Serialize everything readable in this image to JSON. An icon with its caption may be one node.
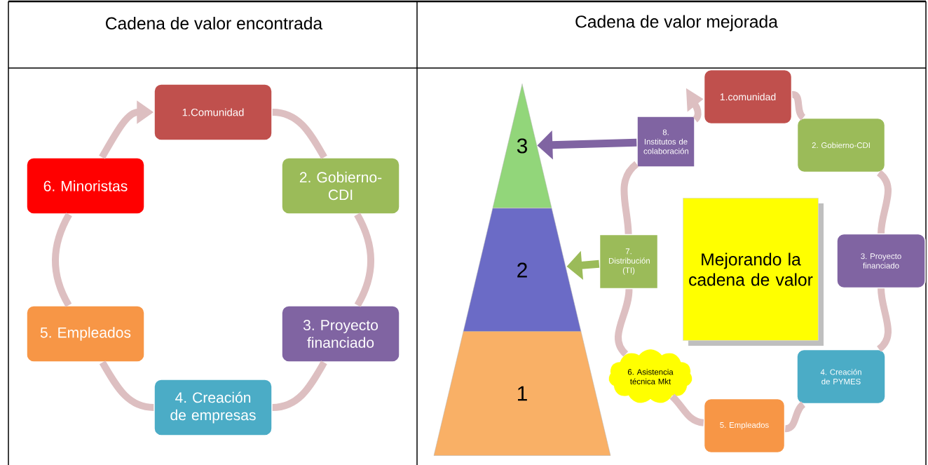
{
  "diagram": {
    "nodes": [
      {
        "text": [
          "1.Comunidad"
        ]
      },
      {
        "text": [
          "2. Gobierno-CDI"
        ]
      },
      {
        "text": [
          "3. Proyecto financiado"
        ]
      },
      {
        "text": [
          "4. Creación de empresas"
        ]
      },
      {
        "text": [
          "5. Empleados"
        ]
      },
      {
        "text": [
          "6. Minoristas"
        ]
      },
      {
        "text": [
          "1.comunidad"
        ]
      },
      {
        "text": [
          "2. Gobierno-CDI"
        ]
      },
      {
        "text": [
          "3. Proyecto financiado"
        ]
      },
      {
        "text": [
          "4. Creación de PYMES"
        ]
      },
      {
        "text": [
          "5. Empleados"
        ]
      },
      {
        "text": [
          "6. Asistencia técnica Mkt"
        ]
      },
      {
        "text": [
          "7. Distribución (TI)"
        ]
      },
      {
        "text": [
          "8. Institutos de colaboración"
        ]
      },
      {
        "text": [
          "Mejorando la cadena de valor"
        ]
      },
      {
        "text": [
          "3"
        ]
      },
      {
        "text": [
          "2"
        ]
      },
      {
        "text": [
          "1"
        ]
      }
    ],
    "edges": [
      {
        "from": 0,
        "to": 1,
        "arrow": "none"
      },
      {
        "from": 1,
        "to": 2,
        "arrow": "none"
      },
      {
        "from": 2,
        "to": 3,
        "arrow": "none"
      },
      {
        "from": 3,
        "to": 4,
        "arrow": "none"
      },
      {
        "from": 4,
        "to": 5,
        "arrow": "none"
      },
      {
        "from": 5,
        "to": 0,
        "arrow": "to"
      },
      {
        "from": 6,
        "to": 7,
        "arrow": "none"
      },
      {
        "from": 7,
        "to": 8,
        "arrow": "none"
      },
      {
        "from": 8,
        "to": 9,
        "arrow": "none"
      },
      {
        "from": 9,
        "to": 10,
        "arrow": "none"
      },
      {
        "from": 10,
        "to": 11,
        "arrow": "none"
      },
      {
        "from": 11,
        "to": 12,
        "arrow": "none"
      },
      {
        "from": 12,
        "to": 13,
        "arrow": "none"
      },
      {
        "from": 13,
        "to": 6,
        "arrow": "to"
      },
      {
        "from": 12,
        "to": 16,
        "arrow": "to",
        "color": "#9bbb59"
      },
      {
        "from": 13,
        "to": 15,
        "arrow": "to",
        "color": "#8064a2"
      }
    ],
    "labels": [
      "Cadena de valor encontrada",
      "Cadena de valor mejorada"
    ]
  }
}
